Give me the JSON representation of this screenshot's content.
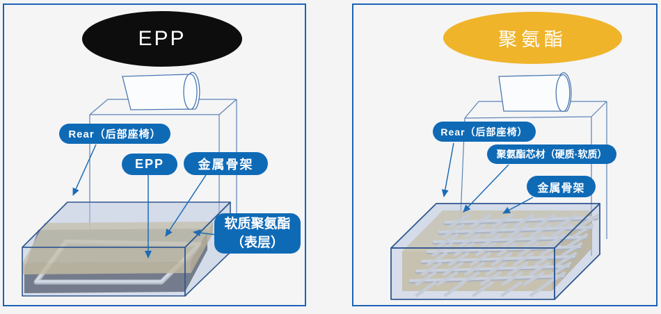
{
  "panels": {
    "left": {
      "title": "EPP",
      "labels": {
        "rear": "Rear（后部座椅）",
        "core": "EPP",
        "metal_frame": "金属骨架",
        "surface_line1": "软质聚氨酯",
        "surface_line2": "（表层）"
      }
    },
    "right": {
      "title": "聚氨酯",
      "labels": {
        "rear": "Rear（后部座椅）",
        "core": "聚氨酯芯材（硬质·软质）",
        "metal_frame": "金属骨架"
      }
    }
  },
  "colors": {
    "background": "#f4f4f5",
    "panel_border": "#1b62b5",
    "label_blue": "#0f6ab6",
    "leader_blue": "#1b6cb5",
    "epp_ellipse_black": "#0e0d0d",
    "pu_ellipse_yellow": "#efb42a",
    "cushion_tan": "#d8c286",
    "epp_core_dark": "#3e424b",
    "shell_translucent_blue": "#b3c2dc",
    "metal_gray": "#d9d9d9",
    "wireframe_blue": "#5b82b4"
  }
}
